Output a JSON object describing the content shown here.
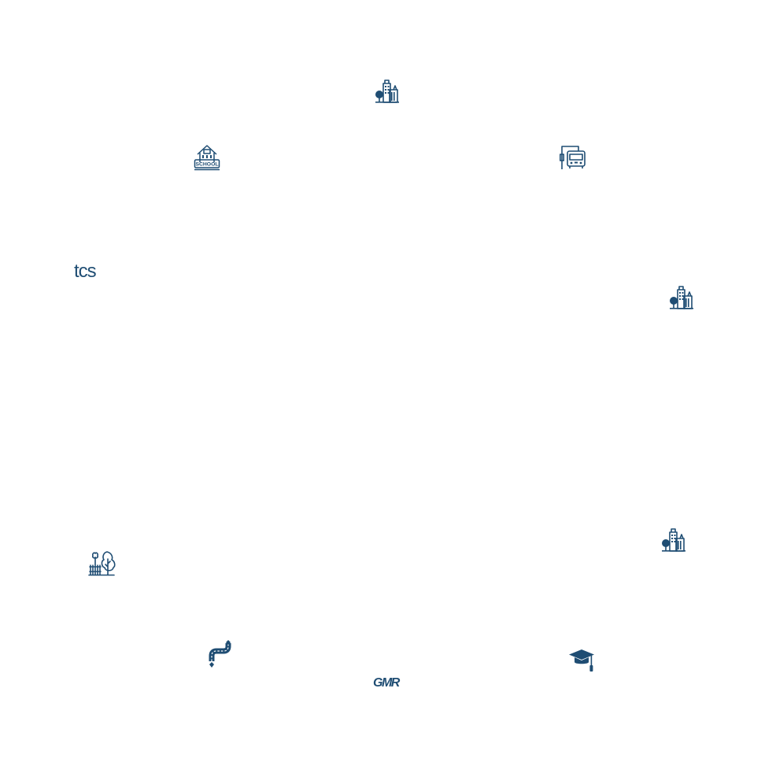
{
  "colors": {
    "icon": "#1f4d73",
    "background": "#ffffff"
  },
  "icons": [
    {
      "id": "cityscape-top",
      "type": "cityscape-icon"
    },
    {
      "id": "school",
      "type": "school-building-icon",
      "label": "SCHOOL"
    },
    {
      "id": "bus-stop",
      "type": "bus-stop-icon"
    },
    {
      "id": "cityscape-right",
      "type": "cityscape-icon"
    },
    {
      "id": "cityscape-lower-right",
      "type": "cityscape-icon"
    },
    {
      "id": "park",
      "type": "park-trees-icon"
    },
    {
      "id": "road",
      "type": "winding-road-icon"
    },
    {
      "id": "graduation",
      "type": "graduation-cap-icon"
    }
  ],
  "logos": {
    "tcs": "tcs",
    "gmr": "GMR"
  }
}
